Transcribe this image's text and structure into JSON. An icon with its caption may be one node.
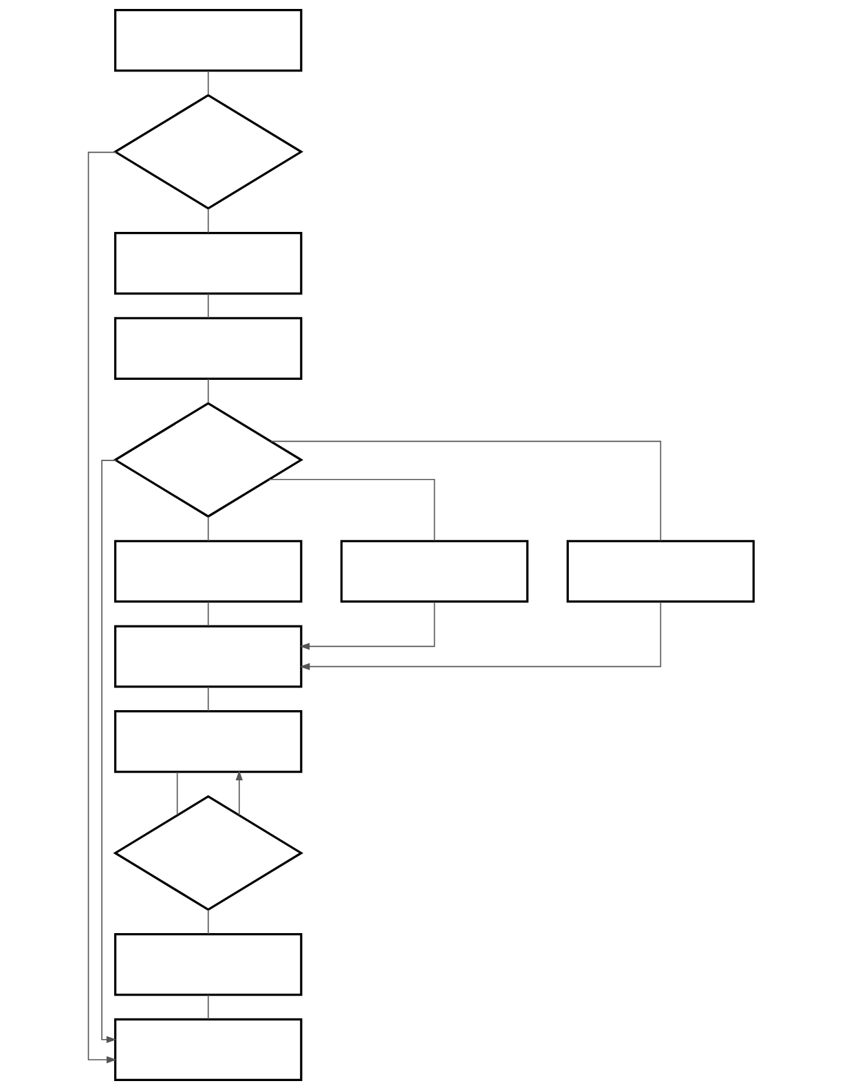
{
  "diagram": {
    "nodes": [
      {
        "text": [],
        "shape": "box"
      },
      {
        "text": [],
        "shape": "diamond"
      },
      {
        "text": [],
        "shape": "box"
      },
      {
        "text": [],
        "shape": "box"
      },
      {
        "text": [],
        "shape": "diamond"
      },
      {
        "text": [],
        "shape": "box"
      },
      {
        "text": [],
        "shape": "box"
      },
      {
        "text": [],
        "shape": "box"
      },
      {
        "text": [],
        "shape": "box"
      },
      {
        "text": [],
        "shape": "box"
      },
      {
        "text": [],
        "shape": "diamond"
      },
      {
        "text": [],
        "shape": "box"
      },
      {
        "text": [],
        "shape": "box"
      }
    ],
    "edges": [
      {
        "from": 0,
        "to": 1,
        "arrow": "none"
      },
      {
        "from": 1,
        "to": 2,
        "arrow": "none"
      },
      {
        "from": 2,
        "to": 3,
        "arrow": "none"
      },
      {
        "from": 3,
        "to": 4,
        "arrow": "none"
      },
      {
        "from": 4,
        "to": 5,
        "arrow": "none"
      },
      {
        "from": 4,
        "to": 6,
        "arrow": "none"
      },
      {
        "from": 4,
        "to": 7,
        "arrow": "none"
      },
      {
        "from": 5,
        "to": 8,
        "arrow": "none"
      },
      {
        "from": 6,
        "to": 8,
        "arrow": "to"
      },
      {
        "from": 7,
        "to": 8,
        "arrow": "to"
      },
      {
        "from": 8,
        "to": 9,
        "arrow": "none"
      },
      {
        "from": 9,
        "to": 10,
        "arrow": "none"
      },
      {
        "from": 10,
        "to": 9,
        "arrow": "to"
      },
      {
        "from": 10,
        "to": 11,
        "arrow": "none"
      },
      {
        "from": 11,
        "to": 12,
        "arrow": "none"
      },
      {
        "from": 1,
        "to": 12,
        "arrow": "to"
      },
      {
        "from": 4,
        "to": 12,
        "arrow": "to"
      }
    ]
  }
}
